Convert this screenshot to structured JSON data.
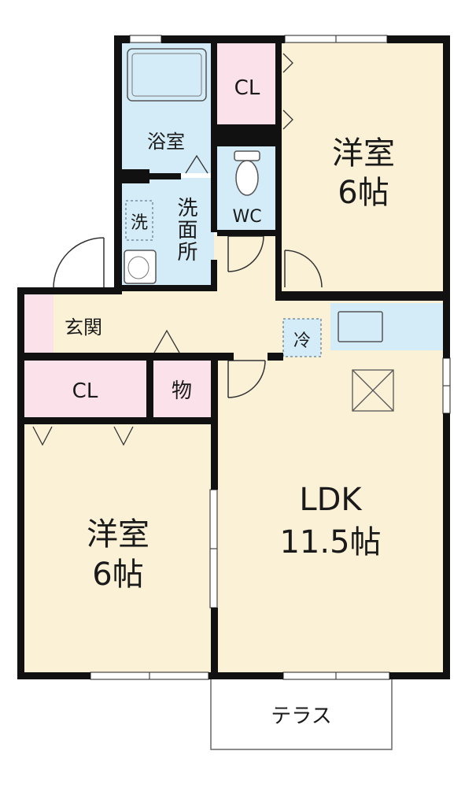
{
  "rooms": {
    "western_room_top": {
      "name": "洋室",
      "size": "6帖"
    },
    "western_room_bottom": {
      "name": "洋室",
      "size": "6帖"
    },
    "ldk": {
      "name": "LDK",
      "size": "11.5帖"
    },
    "bathroom": "浴室",
    "closet_top": "CL",
    "closet_bottom": "CL",
    "toilet": "WC",
    "washroom": "洗面所",
    "washer": "洗",
    "entrance": "玄関",
    "storage": "物",
    "fridge": "冷",
    "terrace": "テラス"
  },
  "colors": {
    "wall": "#111111",
    "tatami_floor": "#fbf1d6",
    "wet_area": "#d4ecf7",
    "closet": "#fbe2ea"
  }
}
